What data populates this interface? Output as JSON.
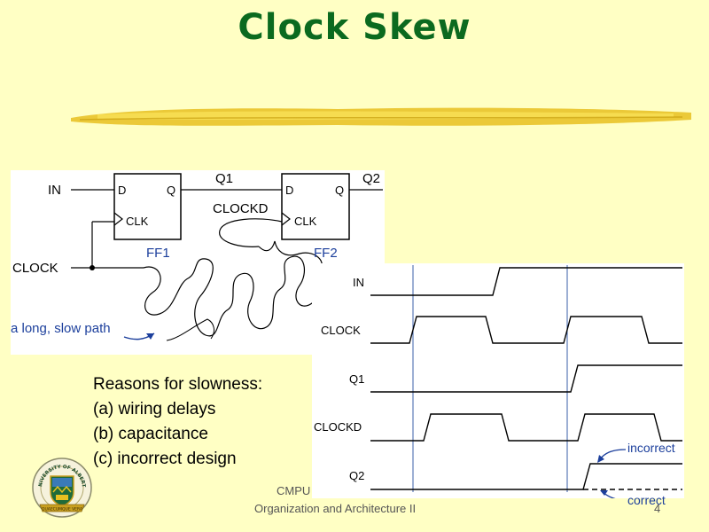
{
  "title": "Clock Skew",
  "circuit": {
    "in_label": "IN",
    "q1_label": "Q1",
    "q2_label": "Q2",
    "clockd_label": "CLOCKD",
    "clock_label": "CLOCK",
    "ff1": {
      "d": "D",
      "q": "Q",
      "clk": "CLK",
      "name": "FF1"
    },
    "ff2": {
      "d": "D",
      "q": "Q",
      "clk": "CLK",
      "name": "FF2"
    },
    "slow_path_label": "a long, slow path"
  },
  "reasons": {
    "heading": "Reasons for slowness:",
    "items": [
      "(a) wiring delays",
      "(b) capacitance",
      "(c) incorrect design"
    ]
  },
  "timing": {
    "signals": [
      "IN",
      "CLOCK",
      "Q1",
      "CLOCKD",
      "Q2"
    ],
    "incorrect_label": "incorrect",
    "correct_label": "correct"
  },
  "footer": {
    "course_line1": "CMPU",
    "course_line2": "Organization and Architecture II",
    "page_number": "4"
  },
  "logo": {
    "ring_text": "UNIVERSITY OF ALBERTA",
    "banner_text": "QUAECUMQUE VERA"
  },
  "colors": {
    "title": "#0b6a1f",
    "background": "#ffffc4",
    "annotation": "#1c3f9c",
    "brush": "#e8c020"
  }
}
